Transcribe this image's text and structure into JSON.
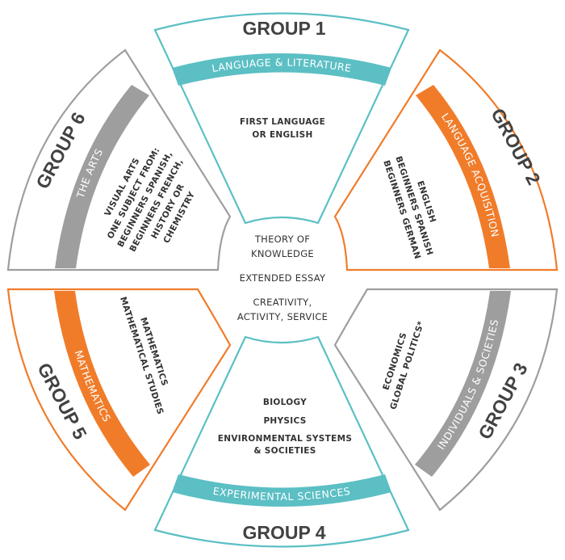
{
  "colors": {
    "teal": "#5bbfc4",
    "orange": "#f07c2a",
    "gray": "#9e9e9e",
    "title": "#424242",
    "text": "#333333"
  },
  "groups": [
    {
      "id": "group-1",
      "title": "GROUP 1",
      "band": "LANGUAGE & LITERATURE",
      "subjects": [
        "FIRST LANGUAGE",
        "OR ENGLISH"
      ]
    },
    {
      "id": "group-2",
      "title": "GROUP 2",
      "band": "LANGUAGE ACQUISITION",
      "subjects": [
        "ENGLISH",
        "BEGINNERS SPANISH",
        "BEGINNERS GERMAN"
      ]
    },
    {
      "id": "group-3",
      "title": "GROUP 3",
      "band": "INDIVIDUALS & SOCIETIES",
      "subjects": [
        "ECONOMICS",
        "GLOBAL POLITICS*"
      ]
    },
    {
      "id": "group-4",
      "title": "GROUP 4",
      "band": "EXPERIMENTAL SCIENCES",
      "subjects": [
        "BIOLOGY",
        "PHYSICS",
        "ENVIRONMENTAL SYSTEMS",
        "& SOCIETIES"
      ]
    },
    {
      "id": "group-5",
      "title": "GROUP 5",
      "band": "MATHEMATICS",
      "subjects": [
        "MATHEMATICS",
        "MATHEMATICAL STUDIES"
      ]
    },
    {
      "id": "group-6",
      "title": "GROUP 6",
      "band": "THE ARTS",
      "subjects": [
        "VISUAL ARTS",
        "ONE SUBJECT FROM:",
        "BEGINNERS SPANISH,",
        "BEGINNERS FRENCH,",
        "HISTORY OR",
        "CHEMISTRY"
      ]
    }
  ],
  "core": {
    "lines": [
      "THEORY OF",
      "KNOWLEDGE",
      "EXTENDED ESSAY",
      "CREATIVITY,",
      "ACTIVITY, SERVICE"
    ]
  }
}
